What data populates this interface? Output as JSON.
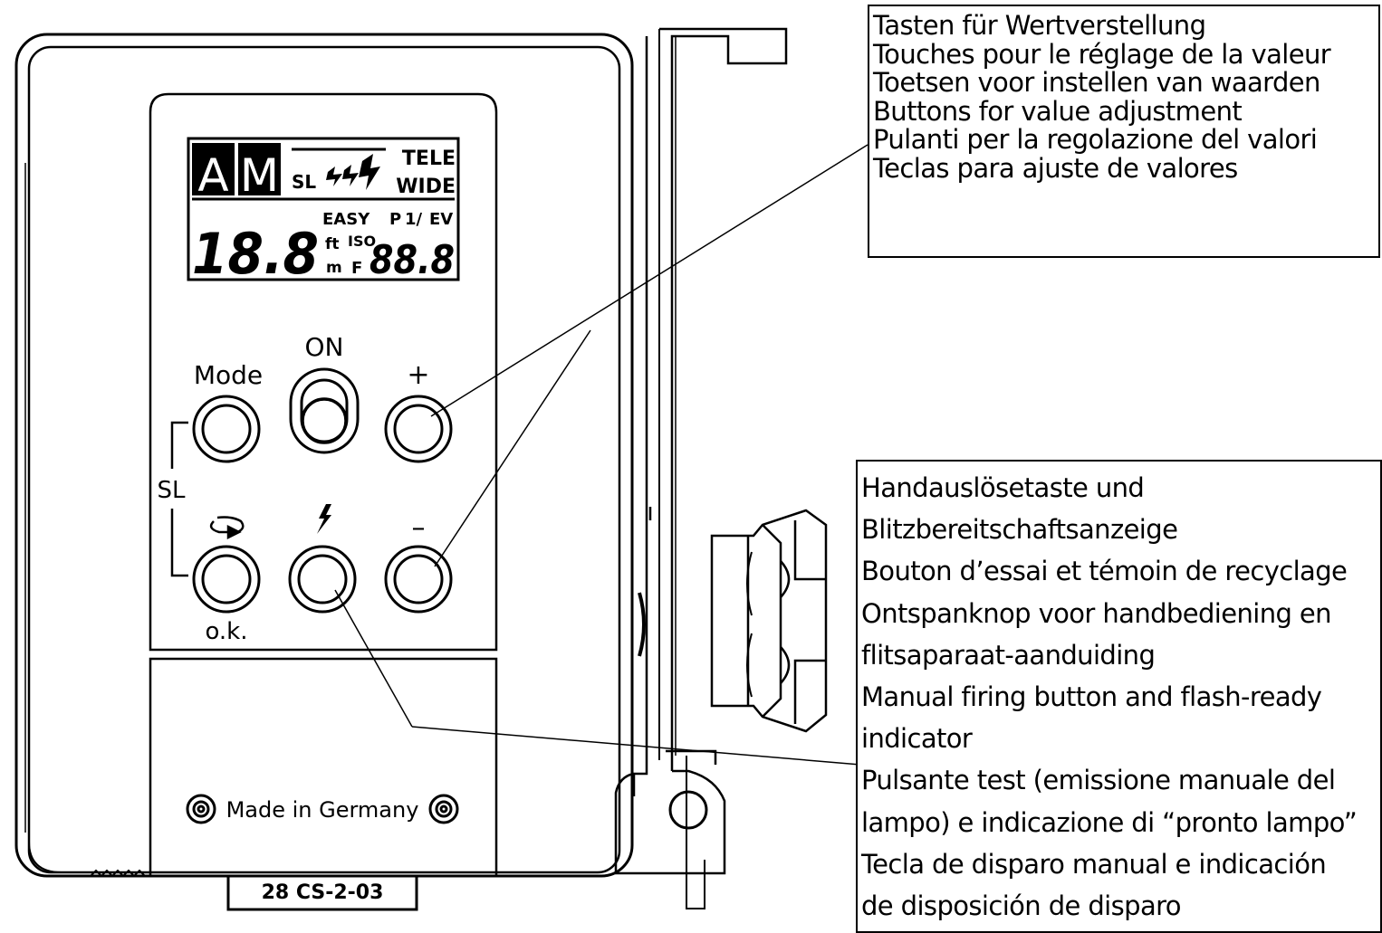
{
  "device": {
    "lcd": {
      "mode_a": "A",
      "mode_m": "M",
      "sl": "SL",
      "tele": "TELE",
      "wide": "WIDE",
      "distance_digits": "18.8",
      "unit_ft": "ft",
      "unit_m": "m",
      "easy": "EASY",
      "p": "P",
      "one_slash": "1/",
      "ev": "EV",
      "iso": "ISO",
      "f": "F",
      "value_digits": "88.8"
    },
    "labels": {
      "mode": "Mode",
      "on": "ON",
      "plus": "+",
      "minus": "–",
      "sl_bracket": "SL",
      "ok": "o.k.",
      "made_in": "Made in Germany",
      "part_number": "28 CS-2-03"
    },
    "icons": {
      "ok_button": "rotate-arrow-icon",
      "fire_button": "lightning-bolt-icon"
    }
  },
  "callouts": {
    "value_buttons": [
      "Tasten für Wertverstellung",
      "Touches pour le réglage de la valeur",
      "Toetsen voor instellen van waarden",
      "Buttons for value adjustment",
      "Pulanti per la regolazione del valori",
      "Teclas para ajuste de valores"
    ],
    "manual_firing": [
      "Handauslösetaste und",
      "Blitzbereitschaftsanzeige",
      "Bouton d’essai et témoin de recyclage",
      "Ontspanknop voor handbediening en",
      "flitsaparaat-aanduiding",
      "Manual firing button and flash-ready",
      "indicator",
      "Pulsante test (emissione manuale del",
      "lampo) e indicazione di “pronto lampo”",
      "Tecla de disparo manual e indicación",
      "de disposición de disparo"
    ]
  }
}
